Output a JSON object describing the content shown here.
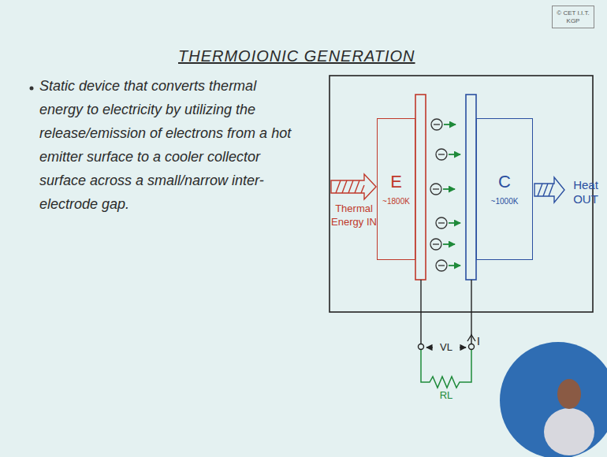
{
  "diagram": {
    "title": "THERMOIONIC GENERATION",
    "nodes": [
      {
        "text": [
          "© CET I.I.T. KGP"
        ]
      },
      {
        "text": [
          "E",
          "~1800K"
        ]
      },
      {
        "text": [
          "C",
          "~1000K"
        ]
      }
    ],
    "labels": [
      "Static device that converts thermal energy to electricity by utilizing the release/emission of electrons from a hot emitter surface to a cooler collector surface across a small/narrow inter-electrode gap.",
      "Thermal Energy IN",
      "Heat OUT",
      "VL",
      "I",
      "RL"
    ]
  }
}
